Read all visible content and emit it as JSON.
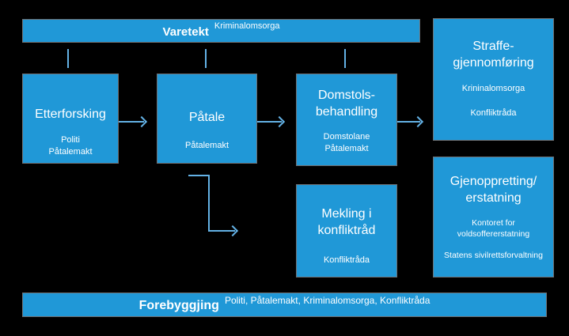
{
  "colors": {
    "background": "#000000",
    "box_fill": "#2098d7",
    "box_border": "#6f7174",
    "connector": "#63b1e5",
    "text": "#ffffff"
  },
  "top_bar": {
    "title": "Varetekt",
    "subtitle": "Kriminalomsorga"
  },
  "bottom_bar": {
    "title": "Forebyggjing",
    "subtitle": "Politi, Påtalemakt, Kriminalomsorga, Konfliktråda"
  },
  "boxes": {
    "etterforsking": {
      "title_lines": [
        "Etterforsking"
      ],
      "sub_lines": [
        "Politi",
        "Påtalemakt"
      ]
    },
    "patale": {
      "title_lines": [
        "Påtale"
      ],
      "sub_lines": [
        "Påtalemakt"
      ]
    },
    "domstolsbehandling": {
      "title_lines": [
        "Domstols-",
        "behandling"
      ],
      "sub_lines": [
        "Domstolane",
        "Påtalemakt"
      ]
    },
    "straffegjennomforing": {
      "title_lines": [
        "Straffe-",
        "gjennomføring"
      ],
      "sub_paragraphs": [
        "Krininalomsorga",
        "Konfliktråda"
      ]
    },
    "mekling": {
      "title_lines": [
        "Mekling i",
        "konfliktråd"
      ],
      "sub_paragraphs": [
        "Konfliktråda"
      ]
    },
    "gjenoppretting": {
      "title_lines": [
        "Gjenoppretting/",
        "erstatning"
      ],
      "sub_paragraphs": [
        "Kontoret for voldsoffererstatning",
        "Statens sivilrettsforvaltning"
      ]
    }
  }
}
